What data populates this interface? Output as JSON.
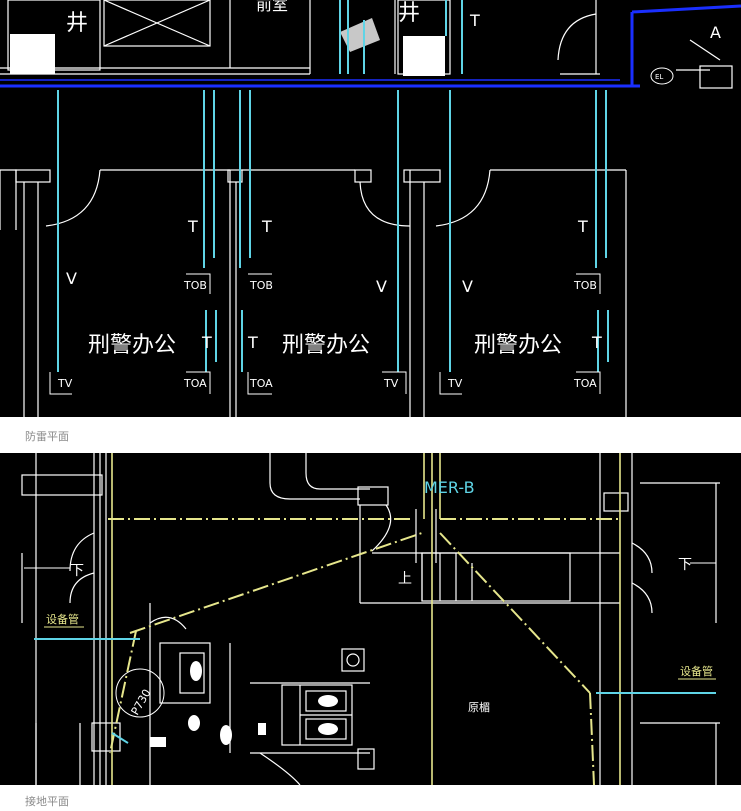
{
  "figure1": {
    "caption": "防雷平面",
    "rooms": [
      "刑警办公",
      "刑警办公",
      "刑警办公"
    ],
    "partial_labels": [
      "井",
      "井",
      "前室",
      "A",
      "EL"
    ],
    "cable_labels": {
      "t": "T",
      "v": "V",
      "tob": "TOB",
      "toa": "TOA",
      "tv": "TV"
    }
  },
  "figure2": {
    "caption": "接地平面",
    "labels": {
      "mer": "MER-B",
      "down_left": "下",
      "down_right": "下",
      "up": "上",
      "equip_left": "设备管",
      "equip_right": "设备管",
      "room": "原楣",
      "unit": "P730"
    }
  },
  "colors": {
    "background": "#000000",
    "wall": "#ffffff",
    "cable": "#5fd4e6",
    "duct": "#1a2fff",
    "ground": "#e6e68c"
  }
}
